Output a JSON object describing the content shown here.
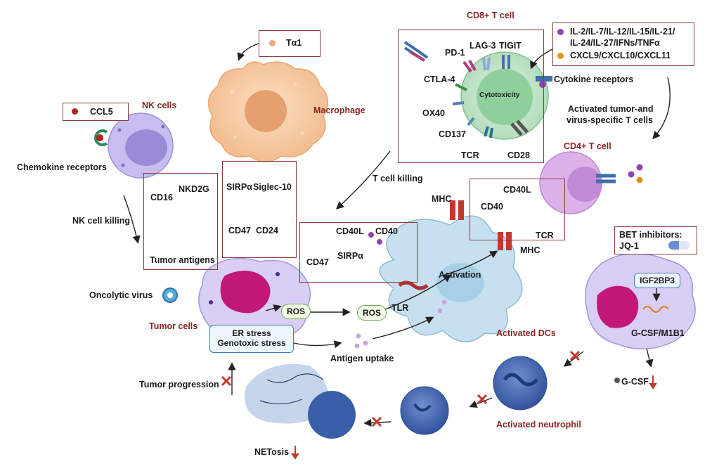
{
  "colors": {
    "box_border": "#8b3a3a",
    "title_red": "#8b2323",
    "nk_cell": "#b9aee6",
    "macrophage": "#f5c99b",
    "t_cell": "#bfe3c4",
    "cd4_cell": "#d9a6e6",
    "tumor_cell": "#d8cdf2",
    "tumor_nucleus": "#c2187a",
    "dc": "#b7d7ea",
    "neutrophil": "#3e67b4",
    "inhibit_red": "#c0392b"
  },
  "labels": {
    "cd8_title": "CD8+ T cell",
    "cd4_title": "CD4+ T cell",
    "nk_title": "NK cells",
    "macrophage_title": "Macrophage",
    "tumor_title": "Tumor cells",
    "dcs_title": "Activated DCs",
    "neutrophil_title": "Activated neutrophil",
    "ta1": "Tα1",
    "ccl5": "CCL5",
    "cytokines_1": "IL-2/IL-7/IL-12/IL-15/IL-21/",
    "cytokines_2": "IL-24/IL-27/IFNs/TNFα",
    "chemokines": "CXCL9/CXCL10/CXCL11",
    "pd1": "PD-1",
    "lag3": "LAG-3",
    "tigit": "TIGIT",
    "ctla4": "CTLA-4",
    "cytotoxicity": "Cytotoxicity",
    "ox40": "OX40",
    "cd137": "CD137",
    "tcr_cd8": "TCR",
    "cd28": "CD28",
    "cytokine_receptors": "Cytokine receptors",
    "activated_t_1": "Activated tumor-and",
    "activated_t_2": "virus-specific T cells",
    "chemokine_receptors": "Chemokine receptors",
    "cd16": "CD16",
    "nkd2g": "NKD2G",
    "sirpa_mac": "SIRPα",
    "siglec10": "Siglec-10",
    "tumor_antigens": "Tumor antigens",
    "nk_killing": "NK cell killing",
    "cd47_tumor": "CD47",
    "cd24": "CD24",
    "t_cell_killing": "T cell killing",
    "cd40l_left": "CD40L",
    "cd40_left": "CD40",
    "cd47_box": "CD47",
    "sirpa_dc": "SIRPα",
    "mhc_dc": "MHC",
    "cd40l_right": "CD40L",
    "cd40_right": "CD40",
    "tcr_cd4": "TCR",
    "mhc_right": "MHC",
    "activation": "Activation",
    "tlr": "TLR",
    "oncolytic_virus": "Oncolytic virus",
    "ros_tumor": "ROS",
    "ros_mid": "ROS",
    "er_stress": "ER stress",
    "genotoxic_stress": "Genotoxic stress",
    "antigen_uptake": "Antigen uptake",
    "bet_1": "BET inhibitors:",
    "bet_2": "JQ-1",
    "igf2bp3": "IGF2BP3",
    "gcsf_m1b1": "G-CSF/M1B1",
    "gcsf": "G-CSF",
    "tumor_progression": "Tumor progression",
    "netosis": "NETosis"
  }
}
